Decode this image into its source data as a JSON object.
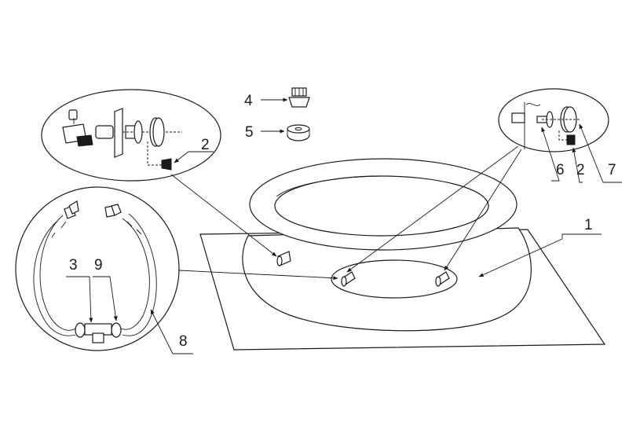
{
  "callouts": {
    "c1": "1",
    "c2_left": "2",
    "c2_right": "2",
    "c3": "3",
    "c4": "4",
    "c5": "5",
    "c6": "6",
    "c7": "7",
    "c8": "8",
    "c9": "9"
  }
}
